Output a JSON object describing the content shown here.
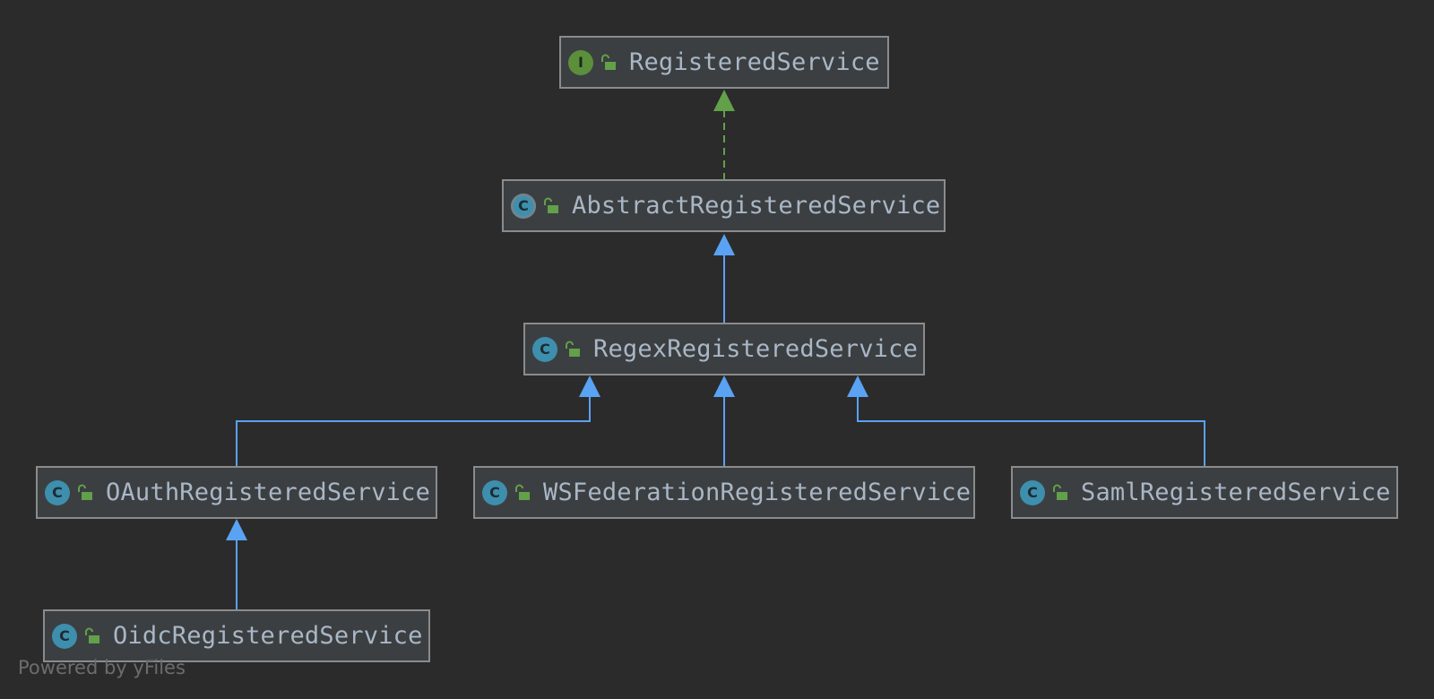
{
  "diagram": {
    "colors": {
      "background": "#2b2b2b",
      "node_fill": "#3c3f41",
      "node_border": "#8b8b8b",
      "text": "#a9b7c6",
      "extends_edge": "#5aa2f3",
      "implements_edge": "#62a04a",
      "interface_icon": "#5b8f3c",
      "class_icon": "#3d8fad"
    },
    "nodes": {
      "registered_service": {
        "label": "RegisteredService",
        "kind": "interface",
        "kind_letter": "I",
        "kind_icon": "interface-icon"
      },
      "abstract_registered_service": {
        "label": "AbstractRegisteredService",
        "kind": "abstract-class",
        "kind_letter": "C",
        "kind_icon": "abstract-class-icon"
      },
      "regex_registered_service": {
        "label": "RegexRegisteredService",
        "kind": "class",
        "kind_letter": "C",
        "kind_icon": "class-icon"
      },
      "oauth_registered_service": {
        "label": "OAuthRegisteredService",
        "kind": "class",
        "kind_letter": "C",
        "kind_icon": "class-icon"
      },
      "wsfederation_registered_service": {
        "label": "WSFederationRegisteredService",
        "kind": "class",
        "kind_letter": "C",
        "kind_icon": "class-icon"
      },
      "saml_registered_service": {
        "label": "SamlRegisteredService",
        "kind": "class",
        "kind_letter": "C",
        "kind_icon": "class-icon"
      },
      "oidc_registered_service": {
        "label": "OidcRegisteredService",
        "kind": "class",
        "kind_letter": "C",
        "kind_icon": "class-icon"
      }
    },
    "edges": [
      {
        "from": "AbstractRegisteredService",
        "to": "RegisteredService",
        "type": "implements"
      },
      {
        "from": "RegexRegisteredService",
        "to": "AbstractRegisteredService",
        "type": "extends"
      },
      {
        "from": "OAuthRegisteredService",
        "to": "RegexRegisteredService",
        "type": "extends"
      },
      {
        "from": "WSFederationRegisteredService",
        "to": "RegexRegisteredService",
        "type": "extends"
      },
      {
        "from": "SamlRegisteredService",
        "to": "RegexRegisteredService",
        "type": "extends"
      },
      {
        "from": "OidcRegisteredService",
        "to": "OAuthRegisteredService",
        "type": "extends"
      }
    ],
    "footer": "Powered by yFiles"
  }
}
